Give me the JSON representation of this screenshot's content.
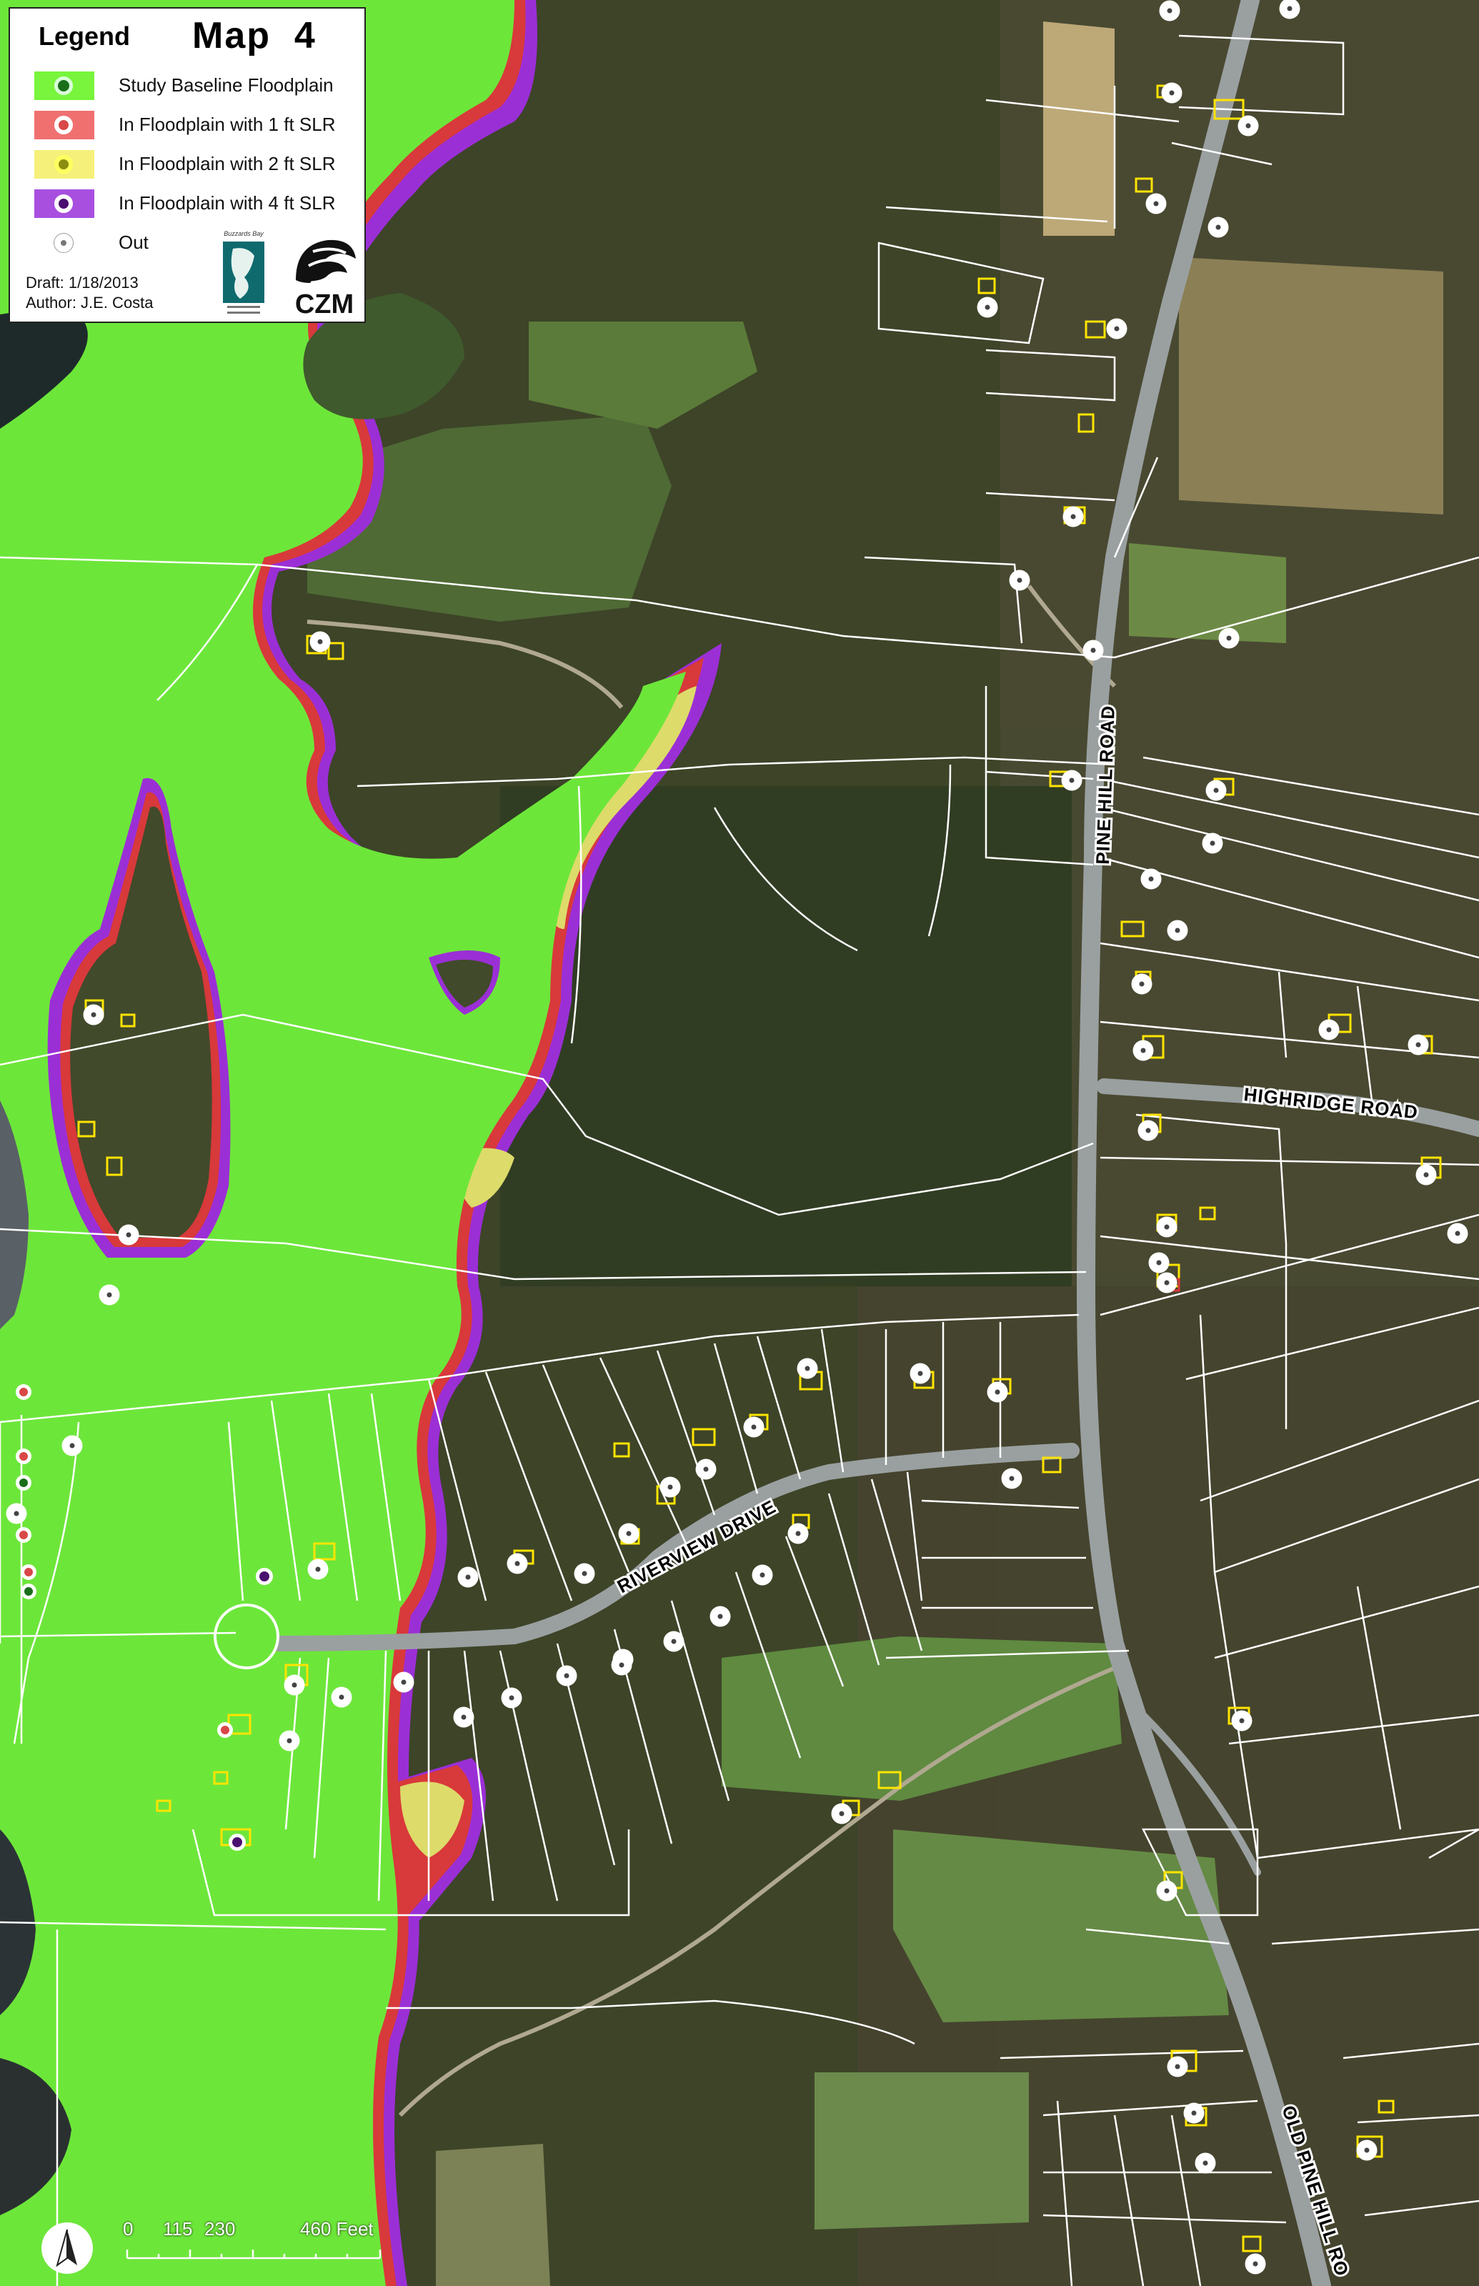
{
  "legend": {
    "title": "Legend",
    "map_title": "Map  4",
    "items": [
      {
        "label": "Study Baseline Floodplain",
        "swatch": "#78f53c",
        "dot": "#1a6e1a"
      },
      {
        "label": "In Floodplain with 1 ft SLR",
        "swatch": "#f07070",
        "dot": "#d94848"
      },
      {
        "label": "In Floodplain with 2 ft SLR",
        "swatch": "#f5f07a",
        "dot": "#8c8c10"
      },
      {
        "label": "In Floodplain with 4 ft SLR",
        "swatch": "#a84fe0",
        "dot": "#4a1070"
      },
      {
        "label": "Out",
        "swatch": "#ffffff",
        "dot": "#555555"
      }
    ],
    "draft": "Draft: 1/18/2013",
    "author": "Author: J.E. Costa",
    "logo_left_text": "Buzzards Bay",
    "logo_right_text": "CZM"
  },
  "roads": {
    "pine_hill": "PINE HILL ROAD",
    "highridge": "HIGHRIDGE ROAD",
    "riverview": "RIVERVIEW DRIVE",
    "old_pine_hill": "OLD PINE HILL RO"
  },
  "scale": {
    "labels": [
      "0",
      "115",
      "230",
      "460 Feet"
    ]
  },
  "colors": {
    "floodplain": "#6de63a",
    "slr1": "#d8393a",
    "slr2": "#dddb6a",
    "slr4": "#9b2fd6",
    "forest": "#3f4a2a",
    "field": "#55703a",
    "parcel_line": "#ffffff",
    "building": "#ffe400"
  }
}
